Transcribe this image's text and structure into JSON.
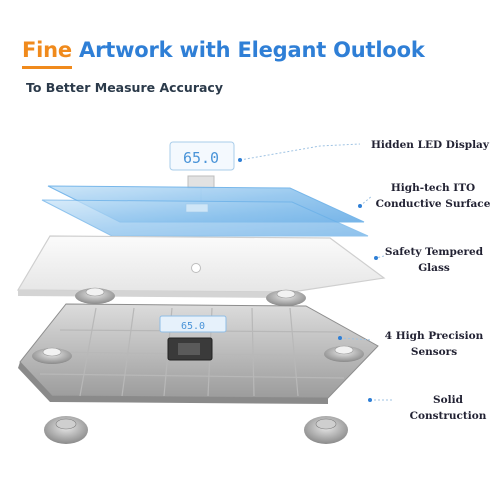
{
  "header": {
    "title_highlight": "Fine",
    "title_rest": " Artwork with Elegant Outlook",
    "subtitle": "To Better Measure Accuracy"
  },
  "display": {
    "reading": "65.0"
  },
  "labels": [
    {
      "line1": "Hidden LED Display",
      "line2": ""
    },
    {
      "line1": "High-tech ITO",
      "line2": "Conductive Surface"
    },
    {
      "line1": "Safety Tempered",
      "line2": "Glass"
    },
    {
      "line1": "4 High Precision",
      "line2": "Sensors"
    },
    {
      "line1": "Solid Construction",
      "line2": ""
    }
  ],
  "colors": {
    "title": "#2f7fd6",
    "accent": "#f08a1c",
    "ito_glass": "#8fc4ee",
    "text": "#223344"
  }
}
